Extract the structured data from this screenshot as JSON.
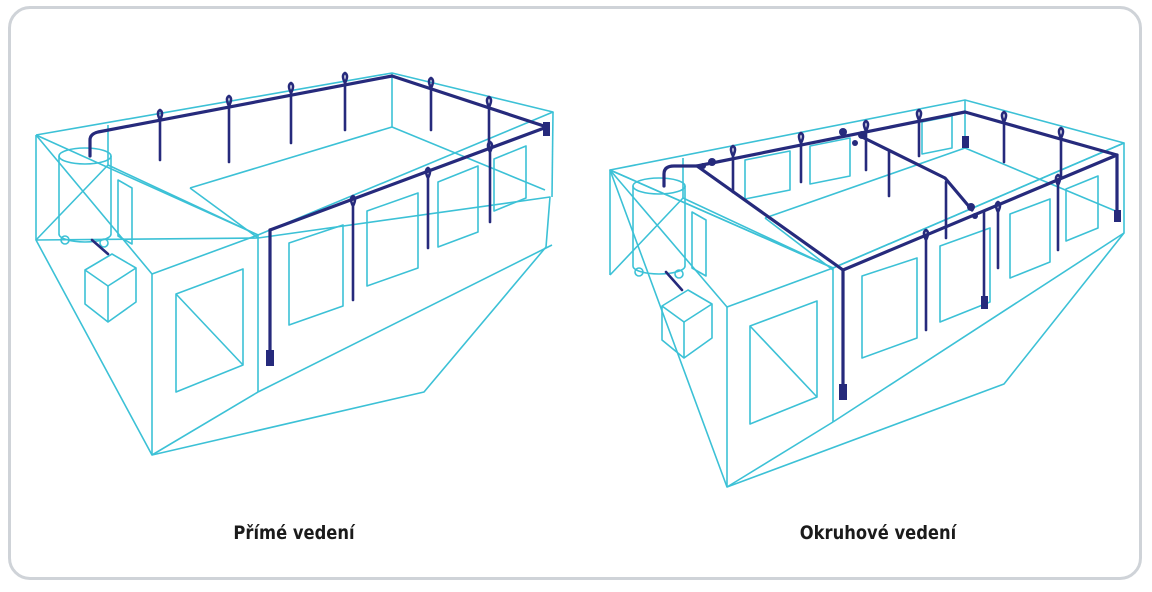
{
  "panels": [
    {
      "id": "direct",
      "caption": "Přímé vedení"
    },
    {
      "id": "ring",
      "caption": "Okruhové vedení"
    }
  ],
  "colors": {
    "frame": "#cfd3d8",
    "room_lines": "#3cc1d6",
    "pipe": "#262a7c",
    "caption_text": "#1b1b1b"
  }
}
